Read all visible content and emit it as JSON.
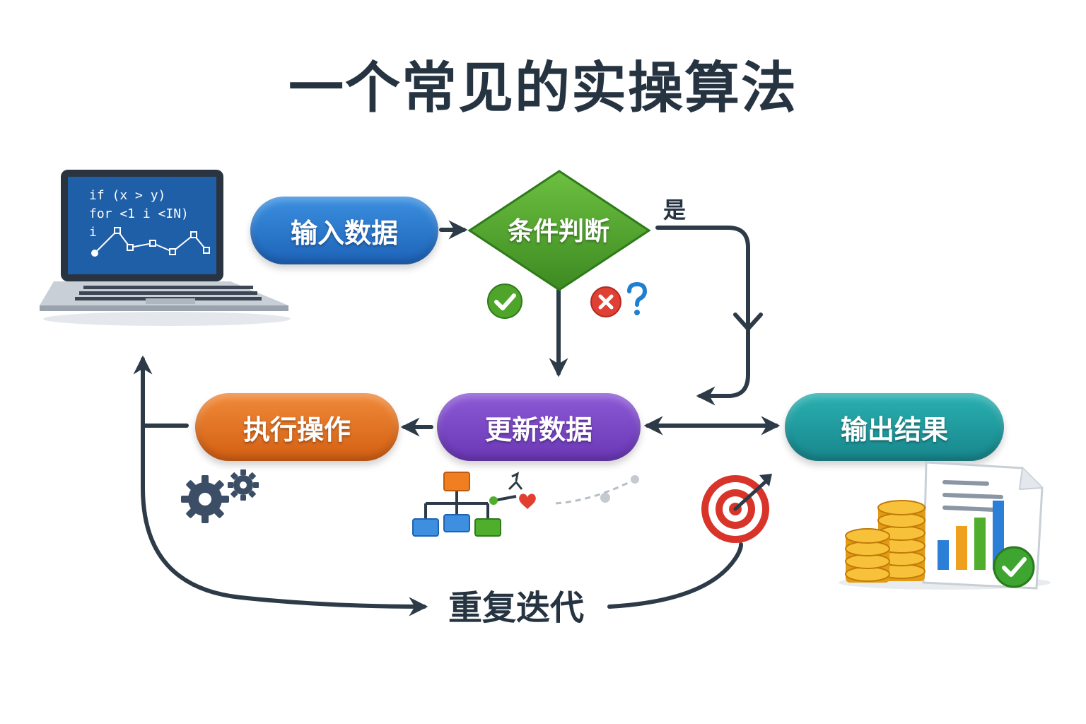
{
  "title": "一个常见的实操算法",
  "nodes": {
    "input": "输入数据",
    "condition": "条件判断",
    "update": "更新数据",
    "execute": "执行操作",
    "output": "输出结果"
  },
  "edge_labels": {
    "yes": "是",
    "loop": "重复迭代"
  },
  "laptop_code": [
    "if (x > y)",
    "for <1 i <IN)",
    "i"
  ],
  "icons": {
    "condition_true": "green-check-icon",
    "condition_false": "red-x-icon",
    "condition_unknown": "question-mark-icon",
    "execute": "gears-icon",
    "update": "hierarchy-icon",
    "loop": "target-icon",
    "output": "report-coins-icon",
    "source": "laptop-icon"
  },
  "colors": {
    "title": "#263442",
    "input": "#2a78cf",
    "condition": "#4f9e2c",
    "update": "#7a48c6",
    "execute": "#e2731f",
    "output": "#1f9ca0",
    "arrow": "#2d3a47"
  }
}
